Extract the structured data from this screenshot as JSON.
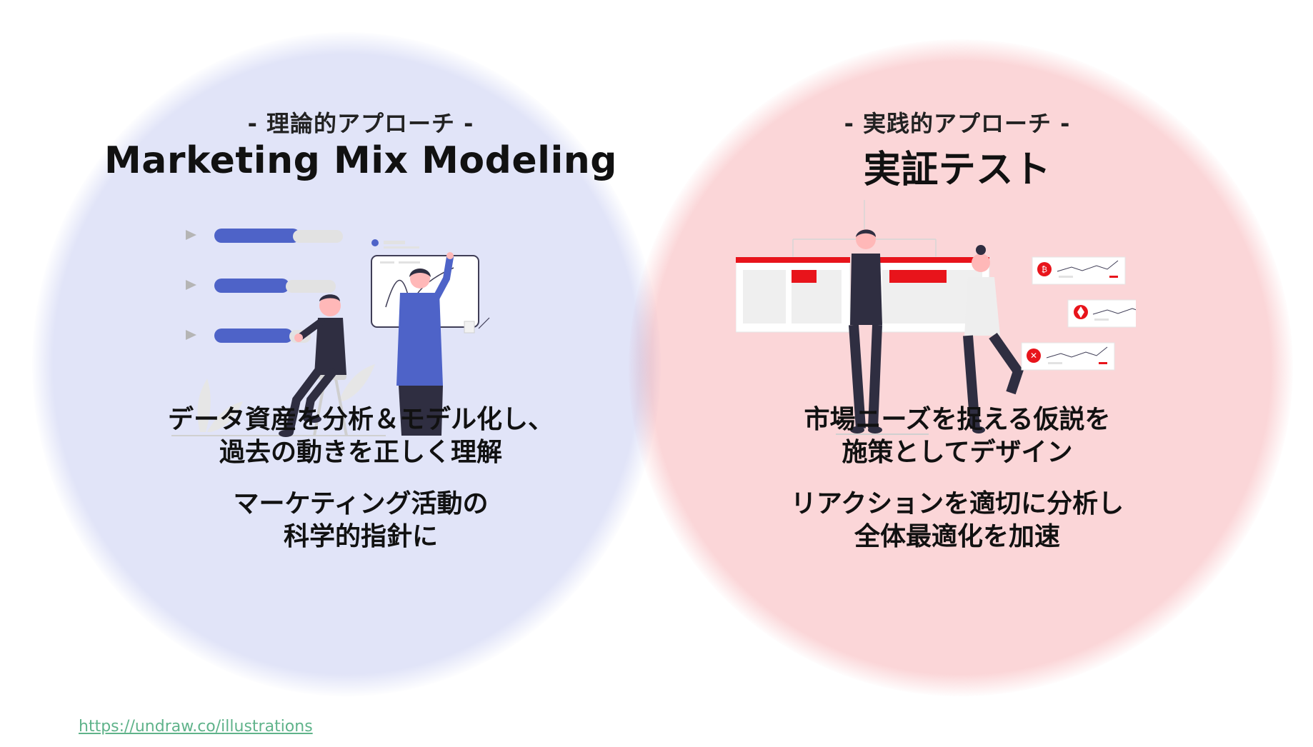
{
  "left": {
    "subtitle": "- 理論的アプローチ -",
    "title": "Marketing Mix Modeling",
    "desc1": [
      "データ資産を分析＆モデル化し、",
      "過去の動きを正しく理解"
    ],
    "desc2": [
      "マーケティング活動の",
      "科学的指針に"
    ]
  },
  "right": {
    "subtitle": "- 実践的アプローチ -",
    "title": "実証テスト",
    "desc1": [
      "市場ニーズを捉える仮説を",
      "施策としてデザイン"
    ],
    "desc2": [
      "リアクションを適切に分析し",
      "全体最適化を加速"
    ]
  },
  "credit": {
    "link_text": "https://undraw.co/illustrations"
  },
  "colors": {
    "accent_blue": "#4e63c8",
    "accent_red": "#e8141b",
    "dark": "#2f2e41",
    "left_bg": "#e1e4f8",
    "right_bg": "#fbd6d8",
    "link": "#5fb38a"
  },
  "icons": [
    "bitcoin-icon",
    "ethereum-icon",
    "close-icon"
  ]
}
